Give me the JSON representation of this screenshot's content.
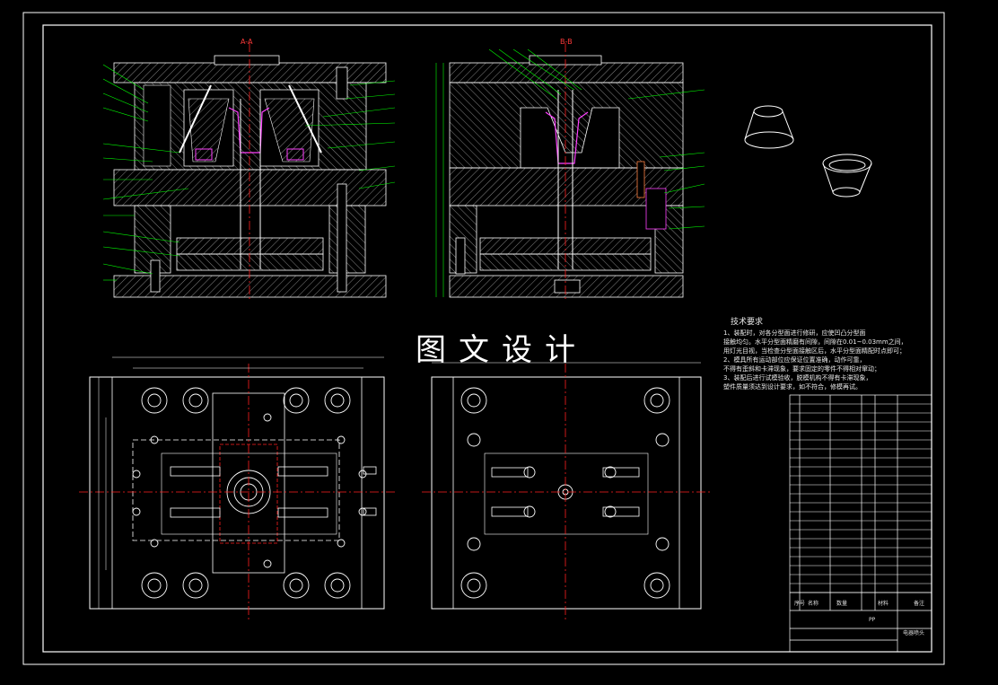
{
  "watermark": "图文设计",
  "sections": {
    "left": "A-A",
    "right": "B-B"
  },
  "technical_requirements": {
    "heading": "技术要求",
    "lines": [
      "1、装配时，对各分型面进行修研，应使凹凸分型面",
      "接触均匀。水平分型面精磨有间隙，间隙在0.01~0.03mm之间，",
      "用灯光目视，当检查分型面接触区后，水平分型面精配时点即可；",
      "2、模具所有运动部位应保证位置准确，动作可靠，",
      "不得有歪斜和卡滞现象，要求固定的零件不得相对窜动；",
      "3、装配后进行试模验收，脱模机构不得有卡滞现象，",
      "塑件质量须达到设计要求，如不符合，修模再试。"
    ]
  },
  "title_block": {
    "material": "PP",
    "part_name": "电器喷头",
    "header_cols": [
      "序号",
      "名称",
      "数量",
      "材料",
      "备注"
    ]
  },
  "colors": {
    "background": "#000000",
    "line": "#ffffff",
    "centerline": "#ff2020",
    "leader": "#00ff00",
    "label": "#ff40ff",
    "dimension": "#00ff00",
    "accent_yellow": "#ffff00",
    "accent_orange": "#ff8040"
  }
}
